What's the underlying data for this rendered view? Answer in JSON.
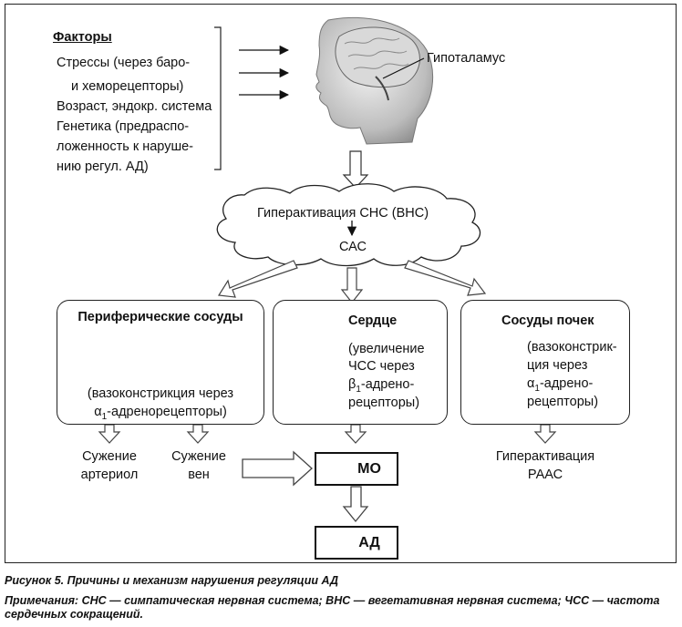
{
  "factors": {
    "title": "Факторы",
    "lines": [
      "Стрессы (через баро-",
      "и хеморецепторы)",
      "Возраст, эндокр. система",
      "Генетика (предраспо-",
      "ложенность к наруше-",
      "нию регул. АД)"
    ]
  },
  "brain_label": "Гипоталамус",
  "cloud": {
    "top": "Гиперактивация СНС (ВНС)",
    "bottom": "САС"
  },
  "vessels": {
    "title": "Периферические сосуды",
    "line1": "(вазоконстрикция через",
    "alpha": "α",
    "sub": "1",
    "line2_rest": "-адренорецепторы)"
  },
  "heart": {
    "title": "Сердце",
    "line1": "(увеличение",
    "line2": "ЧСС через",
    "beta": "β",
    "sub": "1",
    "line3_rest": "-адрено-",
    "line4": "рецепторы)"
  },
  "kidney": {
    "title": "Сосуды почек",
    "line1": "(вазоконстрик-",
    "line2": "ция через",
    "alpha": "α",
    "sub": "1",
    "line3_rest": "-адрено-",
    "line4": "рецепторы)"
  },
  "outcomes": {
    "arterioles": [
      "Сужение",
      "артериол"
    ],
    "veins": [
      "Сужение",
      "вен"
    ],
    "raas": [
      "Гиперактивация",
      "РААС"
    ]
  },
  "mo_label": "МО",
  "ad_label": "АД",
  "caption": {
    "title": "Рисунок 5. Причины и механизм нарушения регуляции АД",
    "notes_1": "Примечания: СНС — симпатическая нервная система; ВНС — вегетативная нервная система; ЧСС — частота",
    "notes_2": "сердечных сокращений."
  }
}
